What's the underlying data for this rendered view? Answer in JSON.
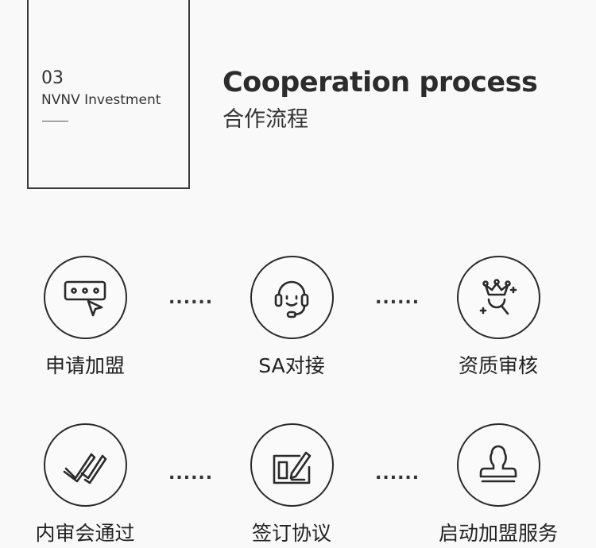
{
  "section": {
    "number": "03",
    "subtitle": "NVNV Investment",
    "title": "Cooperation process",
    "title_cn": "合作流程"
  },
  "steps": [
    {
      "label": "申请加盟",
      "icon": "apply-cursor-icon"
    },
    {
      "label": "SA对接",
      "icon": "headset-icon"
    },
    {
      "label": "资质审核",
      "icon": "crown-search-icon"
    },
    {
      "label": "内审会通过",
      "icon": "double-check-icon"
    },
    {
      "label": "签订协议",
      "icon": "sign-document-icon"
    },
    {
      "label": "启动加盟服务",
      "icon": "stamp-icon"
    }
  ],
  "connector": "......"
}
